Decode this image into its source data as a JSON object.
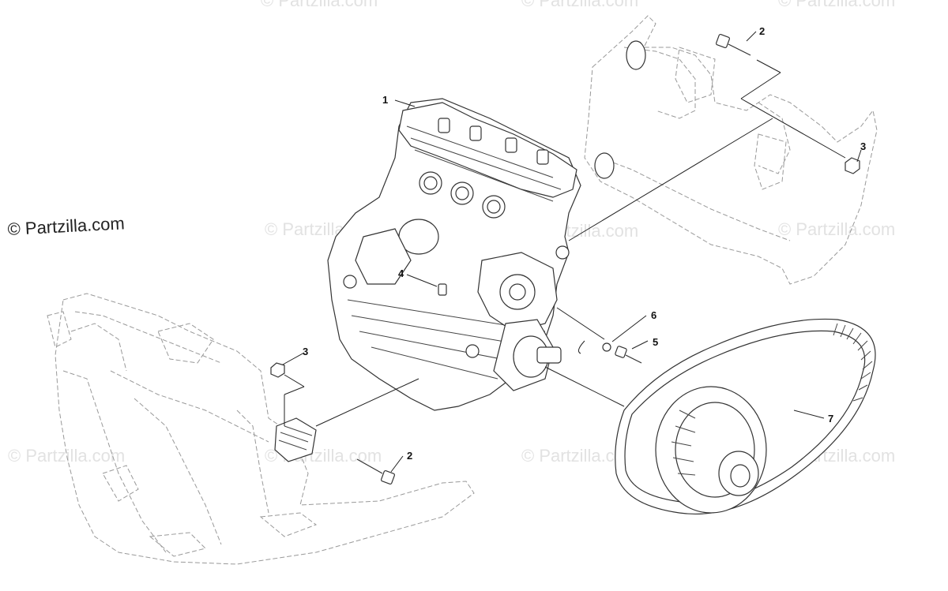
{
  "copyright": "© Partzilla.com",
  "watermark": "© Partzilla.com",
  "callouts": [
    "1",
    "2",
    "3",
    "4",
    "5",
    "6",
    "7",
    "2",
    "3"
  ],
  "parts": {
    "engine": "1",
    "bolt_upper": "2",
    "nut_upper": "3",
    "stud": "4",
    "bolt_clutch": "5",
    "washer": "6",
    "drive_clutch_belt": "7",
    "bolt_lower": "2",
    "nut_lower": "3"
  }
}
